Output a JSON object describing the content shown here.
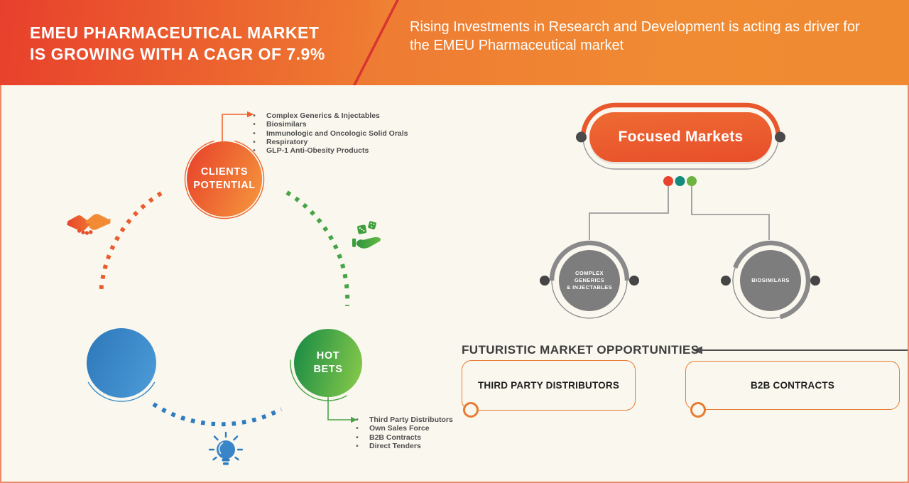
{
  "banner": {
    "title_line1": "EMEU PHARMACEUTICAL MARKET",
    "title_line2": "IS GROWING WITH A CAGR OF 7.9%",
    "subtitle": "Rising Investments in Research and Development is acting as driver for the EMEU Pharmaceutical market"
  },
  "cycle": {
    "clients_potential": {
      "line1": "CLIENTS",
      "line2": "POTENTIAL",
      "items": [
        "Complex Generics & Injectables",
        "Biosimilars",
        "Immunologic and Oncologic Solid Orals",
        "Respiratory",
        "GLP-1 Anti-Obesity Products"
      ]
    },
    "hot_bets": {
      "line1": "HOT",
      "line2": "BETS",
      "items": [
        "Third Party Distributors",
        "Own Sales Force",
        "B2B Contracts",
        "Direct Tenders"
      ]
    },
    "icons": [
      "handshake-icon",
      "dice-in-hand-icon",
      "lightbulb-icon"
    ]
  },
  "focused_markets": {
    "title": "Focused Markets",
    "dot_colors": [
      "#e8432f",
      "#158a7e",
      "#6cb340"
    ],
    "children": [
      {
        "line1": "COMPLEX",
        "line2": "GENERICS",
        "line3": "& INJECTABLES"
      },
      {
        "line1": "BIOSIMILARS"
      }
    ]
  },
  "opportunities": {
    "heading": "FUTURISTIC MARKET OPPORTUNITIES",
    "boxes": [
      {
        "label": "THIRD PARTY DISTRIBUTORS"
      },
      {
        "label": "B2B CONTRACTS"
      }
    ]
  },
  "palette": {
    "accent_orange": "#eb5e2e",
    "deep_orange_red": "#e8432c",
    "green": "#3f9e3c",
    "blue": "#2e7cbf",
    "teal": "#158a7e",
    "gray_circle": "#7d7d7d",
    "background_cream": "#f9f7ee",
    "border_salmon": "#ee8a6a"
  }
}
